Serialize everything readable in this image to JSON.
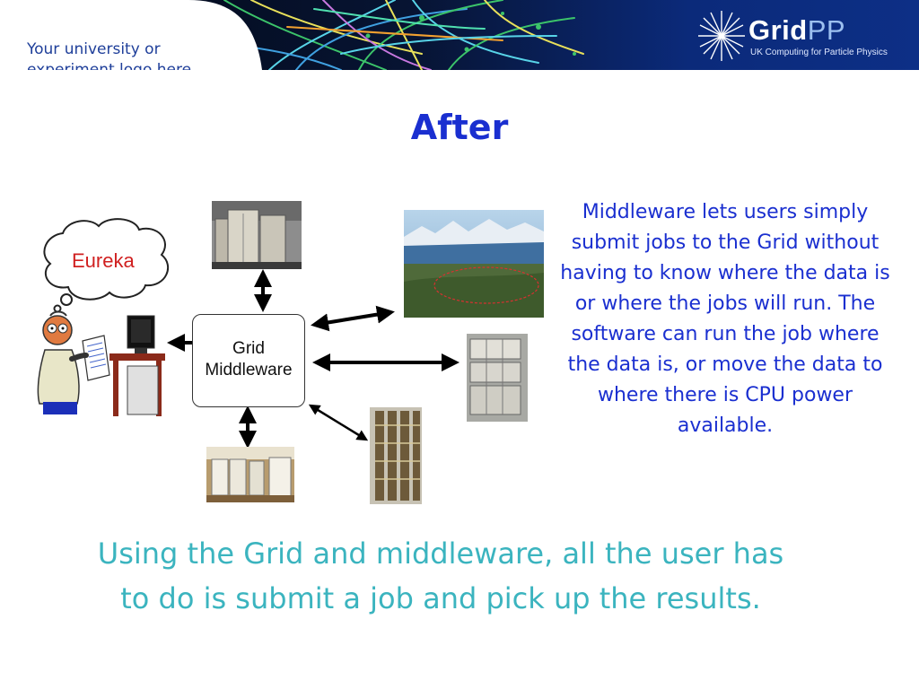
{
  "header": {
    "logo_placeholder": "Your university or experiment logo here",
    "brand_bold": "Grid",
    "brand_light": "PP",
    "brand_tagline": "UK Computing for Particle Physics",
    "colors": {
      "banner": "#0c2a78",
      "brand_pp": "#9cc0f0"
    }
  },
  "slide": {
    "title": "After"
  },
  "diagram": {
    "thought_bubble": "Eureka",
    "middleware_box": {
      "line1": "Grid",
      "line2": "Middleware"
    },
    "icons": [
      "scientist-icon",
      "computer-icon",
      "server-room-icon",
      "landscape-icon",
      "storage-racks-icon",
      "machine-room-icon",
      "tape-library-icon"
    ]
  },
  "side_text": "Middleware lets users simply submit jobs to the Grid without having to know where the data is or where the jobs will run. The software can run the job where the data is, or move the data to where there is CPU power available.",
  "bottom_text": "Using the Grid and middleware, all the user has to do is submit a job and pick up the results.",
  "colors": {
    "title": "#1a2fd0",
    "body": "#1a2fd0",
    "bottom": "#3bb4bf",
    "eureka": "#d02020"
  }
}
